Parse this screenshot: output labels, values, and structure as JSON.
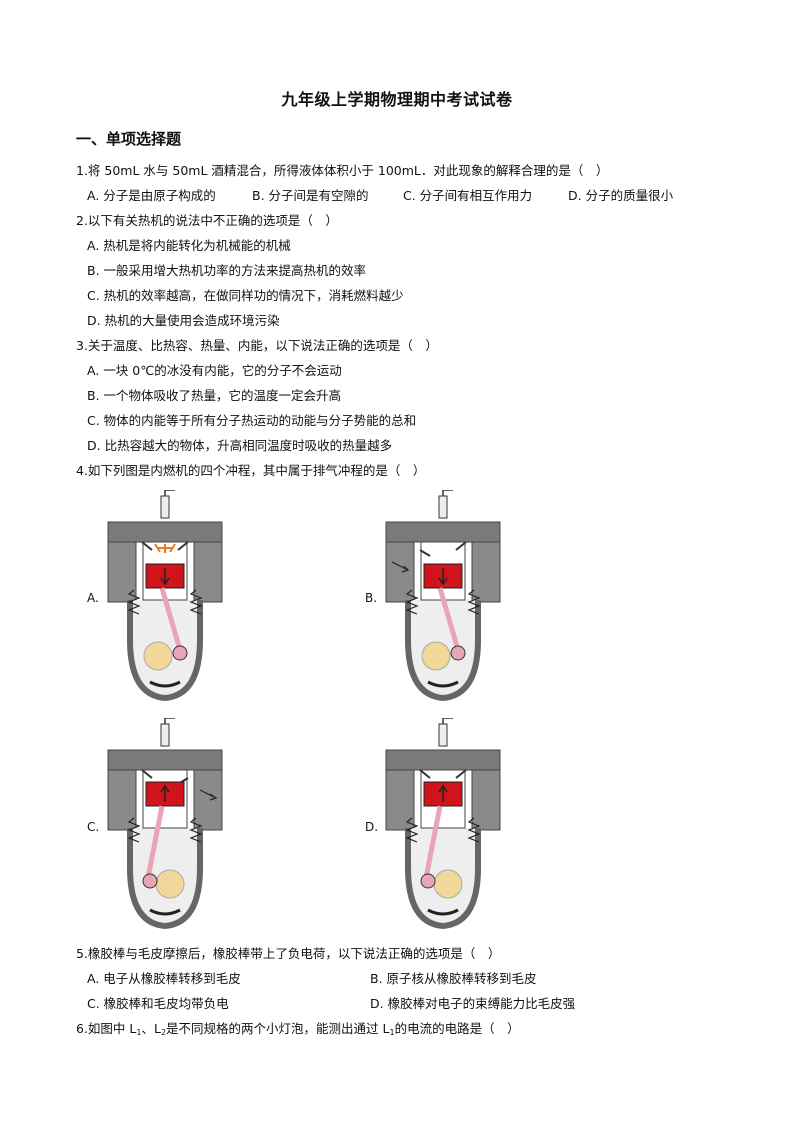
{
  "title": "九年级上学期物理期中考试试卷",
  "section": "一、单项选择题",
  "q1": {
    "stem": "1.将 50mL 水与 50mL 酒精混合，所得液体体积小于 100mL．对此现象的解释合理的是（　）",
    "a": "A. 分子是由原子构成的",
    "b": "B. 分子间是有空隙的",
    "c": "C. 分子间有相互作用力",
    "d": "D. 分子的质量很小"
  },
  "q2": {
    "stem": "2.以下有关热机的说法中不正确的选项是（　）",
    "a": "A. 热机是将内能转化为机械能的机械",
    "b": "B. 一般采用增大热机功率的方法来提高热机的效率",
    "c": "C. 热机的效率越高，在做同样功的情况下，消耗燃料越少",
    "d": "D. 热机的大量使用会造成环境污染"
  },
  "q3": {
    "stem": "3.关于温度、比热容、热量、内能，以下说法正确的选项是（　）",
    "a": "A. 一块 0℃的冰没有内能，它的分子不会运动",
    "b": "B. 一个物体吸收了热量，它的温度一定会升高",
    "c": "C. 物体的内能等于所有分子热运动的动能与分子势能的总和",
    "d": "D. 比热容越大的物体，升高相同温度时吸收的热量越多"
  },
  "q4": {
    "stem": "4.如下列图是内燃机的四个冲程，其中属于排气冲程的是（　）",
    "labels": [
      "A.",
      "B.",
      "C.",
      "D."
    ]
  },
  "q5": {
    "stem": "5.橡胶棒与毛皮摩擦后，橡胶棒带上了负电荷，以下说法正确的选项是（　）",
    "a": "A. 电子从橡胶棒转移到毛皮",
    "b": "B. 原子核从橡胶棒转移到毛皮",
    "c": "C. 橡胶棒和毛皮均带负电",
    "d": "D. 橡胶棒对电子的束缚能力比毛皮强"
  },
  "q6": {
    "pre": "6.如图中 L",
    "s1": "1",
    "mid": "、L",
    "s2": "2",
    "mid2": "是不同规格的两个小灯泡，能测出通过 L",
    "s3": "1",
    "post": "的电流的电路是（　）"
  },
  "colors": {
    "piston": "#d0141b",
    "casing": "#7a7a7a",
    "crank": "#f2d79a",
    "rod": "#e8a5b8"
  }
}
